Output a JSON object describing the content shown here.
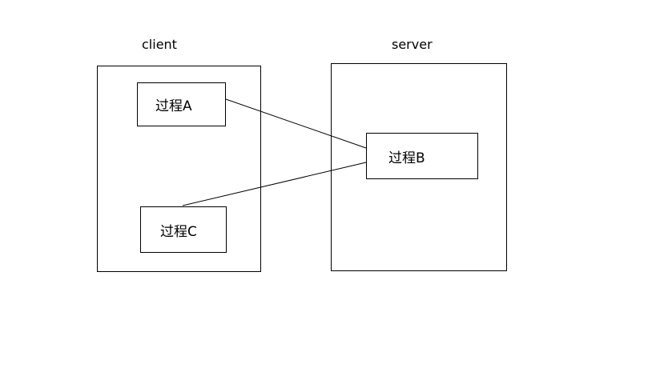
{
  "diagram": {
    "client_label": "client",
    "server_label": "server",
    "node_a": "过程A",
    "node_b": "过程B",
    "node_c": "过程C",
    "edges": [
      {
        "from": "过程A",
        "to": "过程B"
      },
      {
        "from": "过程C",
        "to": "过程B"
      }
    ],
    "colors": {
      "background": "#ffffff",
      "line": "#000000",
      "text": "#000000"
    }
  }
}
